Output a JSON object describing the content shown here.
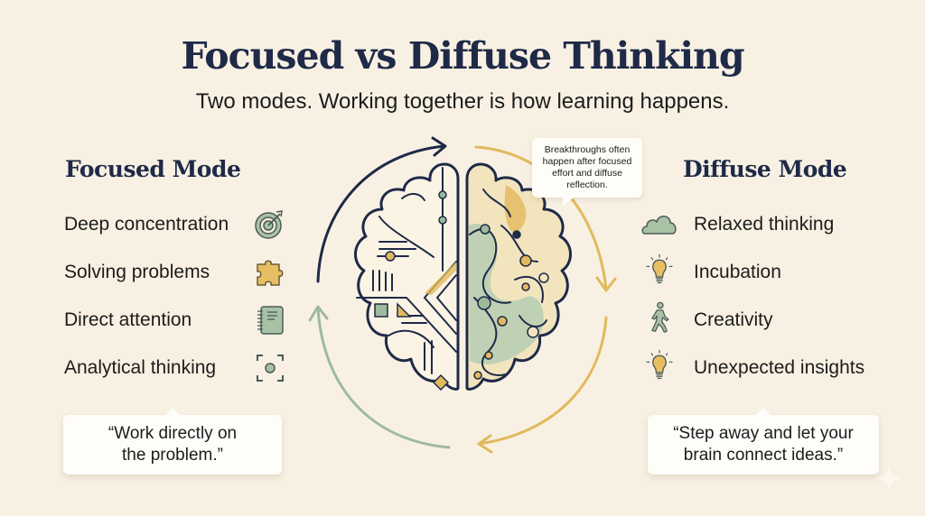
{
  "header": {
    "title": "Focused vs Diffuse Thinking",
    "subtitle": "Two modes. Working together is how learning happens."
  },
  "focused_mode": {
    "title": "Focused Mode",
    "items": [
      {
        "label": "Deep concentration",
        "icon": "target-icon"
      },
      {
        "label": "Solving problems",
        "icon": "puzzle-piece-icon"
      },
      {
        "label": "Direct attention",
        "icon": "notebook-icon"
      },
      {
        "label": "Analytical thinking",
        "icon": "focus-frame-icon"
      }
    ],
    "quote": "“Work directly on the problem.”"
  },
  "diffuse_mode": {
    "title": "Diffuse Mode",
    "items": [
      {
        "label": "Relaxed thinking",
        "icon": "cloud-icon"
      },
      {
        "label": "Incubation",
        "icon": "lightbulb-icon"
      },
      {
        "label": "Creativity",
        "icon": "walking-person-icon"
      },
      {
        "label": "Unexpected insights",
        "icon": "lightbulb-icon"
      }
    ],
    "quote": "“Step away and let your brain connect ideas.”"
  },
  "center": {
    "callout": "Breakthroughs often happen after focused effort and diffuse reflection.",
    "illustration": "brain-icon"
  },
  "colors": {
    "background": "#f8f1e3",
    "navy": "#1f2a48",
    "gold": "#e2b95c",
    "sage": "#9dbb9c",
    "card": "#fffdf9"
  }
}
